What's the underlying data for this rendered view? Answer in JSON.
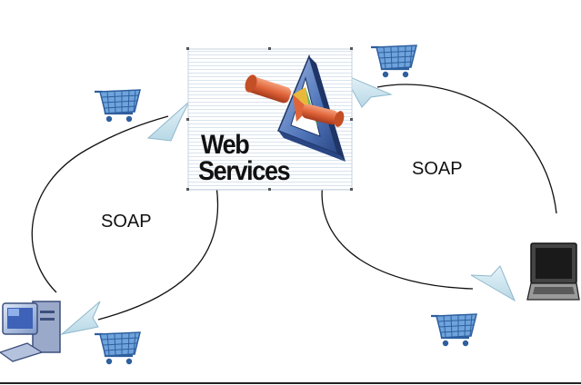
{
  "diagram": {
    "center": {
      "title_line1": "Web",
      "title_line2": "Services"
    },
    "flows": [
      {
        "label": "SOAP"
      },
      {
        "label": "SOAP"
      }
    ],
    "nodes": [
      {
        "icon": "desktop-computer-icon"
      },
      {
        "icon": "laptop-icon"
      }
    ],
    "decorations": [
      {
        "icon": "shopping-cart-icon"
      },
      {
        "icon": "shopping-cart-icon"
      },
      {
        "icon": "shopping-cart-icon"
      },
      {
        "icon": "shopping-cart-icon"
      }
    ],
    "colors": {
      "arrowhead": "#c8e4ee",
      "cart": "#4a86c8",
      "logo_blue": "#4f74b8",
      "logo_pipe": "#e0643a",
      "panel_line": "#d9e4ee"
    }
  }
}
